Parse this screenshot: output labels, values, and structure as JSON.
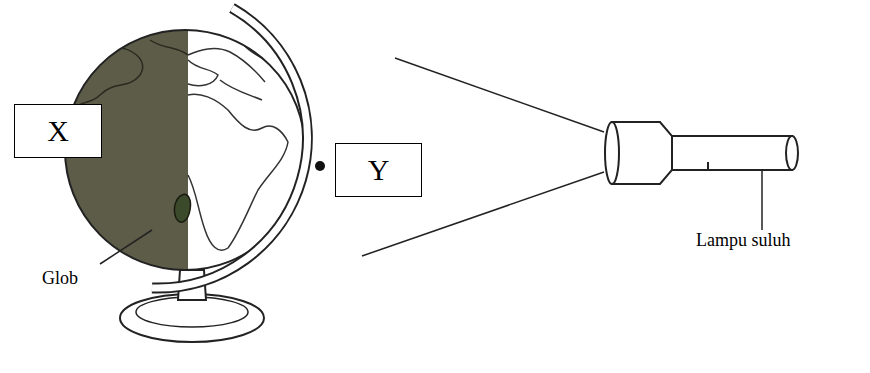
{
  "diagram": {
    "nodes": [
      {
        "text": [
          "X"
        ]
      },
      {
        "text": [
          "Y"
        ]
      }
    ],
    "labels": [
      "Glob",
      "Lampu suluh"
    ]
  }
}
